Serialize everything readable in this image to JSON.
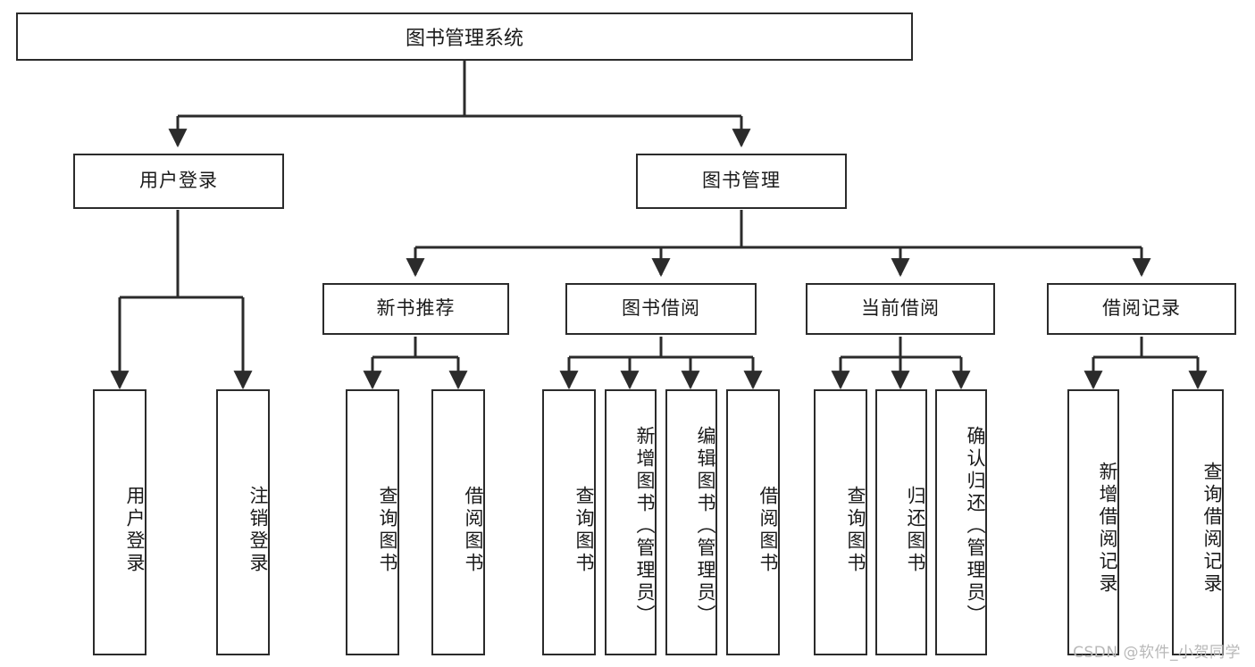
{
  "diagram": {
    "title": "图书管理系统",
    "type": "tree-hierarchy-diagram",
    "watermark": "CSDN @软件_小贺同学",
    "colors": {
      "box_border": "#2b2b2b",
      "box_fill": "#ffffff",
      "connector": "#2b2b2b",
      "text": "#1a1a1a",
      "watermark": "#b8b8b8",
      "background": "#ffffff"
    },
    "levels": {
      "level1": [
        {
          "id": "root",
          "label": "图书管理系统"
        }
      ],
      "level2": [
        {
          "id": "user-login",
          "label": "用户登录"
        },
        {
          "id": "book-manage",
          "label": "图书管理"
        }
      ],
      "level3": [
        {
          "id": "new-book-recommend",
          "label": "新书推荐",
          "parent": "book-manage"
        },
        {
          "id": "book-borrow",
          "label": "图书借阅",
          "parent": "book-manage"
        },
        {
          "id": "current-borrow",
          "label": "当前借阅",
          "parent": "book-manage"
        },
        {
          "id": "borrow-record",
          "label": "借阅记录",
          "parent": "book-manage"
        }
      ],
      "level4": [
        {
          "id": "leaf-user-login",
          "label": "用户登录",
          "parent": "user-login"
        },
        {
          "id": "leaf-user-logout",
          "label": "注销登录",
          "parent": "user-login"
        },
        {
          "id": "leaf-query-book-1",
          "label": "查询图书",
          "parent": "new-book-recommend"
        },
        {
          "id": "leaf-borrow-book-1",
          "label": "借阅图书",
          "parent": "new-book-recommend"
        },
        {
          "id": "leaf-query-book-2",
          "label": "查询图书",
          "parent": "book-borrow"
        },
        {
          "id": "leaf-add-book",
          "label": "新增图书（管理员）",
          "parent": "book-borrow"
        },
        {
          "id": "leaf-edit-book",
          "label": "编辑图书（管理员）",
          "parent": "book-borrow"
        },
        {
          "id": "leaf-borrow-book-2",
          "label": "借阅图书",
          "parent": "book-borrow"
        },
        {
          "id": "leaf-query-book-3",
          "label": "查询图书",
          "parent": "current-borrow"
        },
        {
          "id": "leaf-return-book",
          "label": "归还图书",
          "parent": "current-borrow"
        },
        {
          "id": "leaf-confirm-return",
          "label": "确认归还（管理员）",
          "parent": "current-borrow"
        },
        {
          "id": "leaf-add-record",
          "label": "新增借阅记录",
          "parent": "borrow-record"
        },
        {
          "id": "leaf-query-record",
          "label": "查询借阅记录",
          "parent": "borrow-record"
        }
      ]
    }
  }
}
